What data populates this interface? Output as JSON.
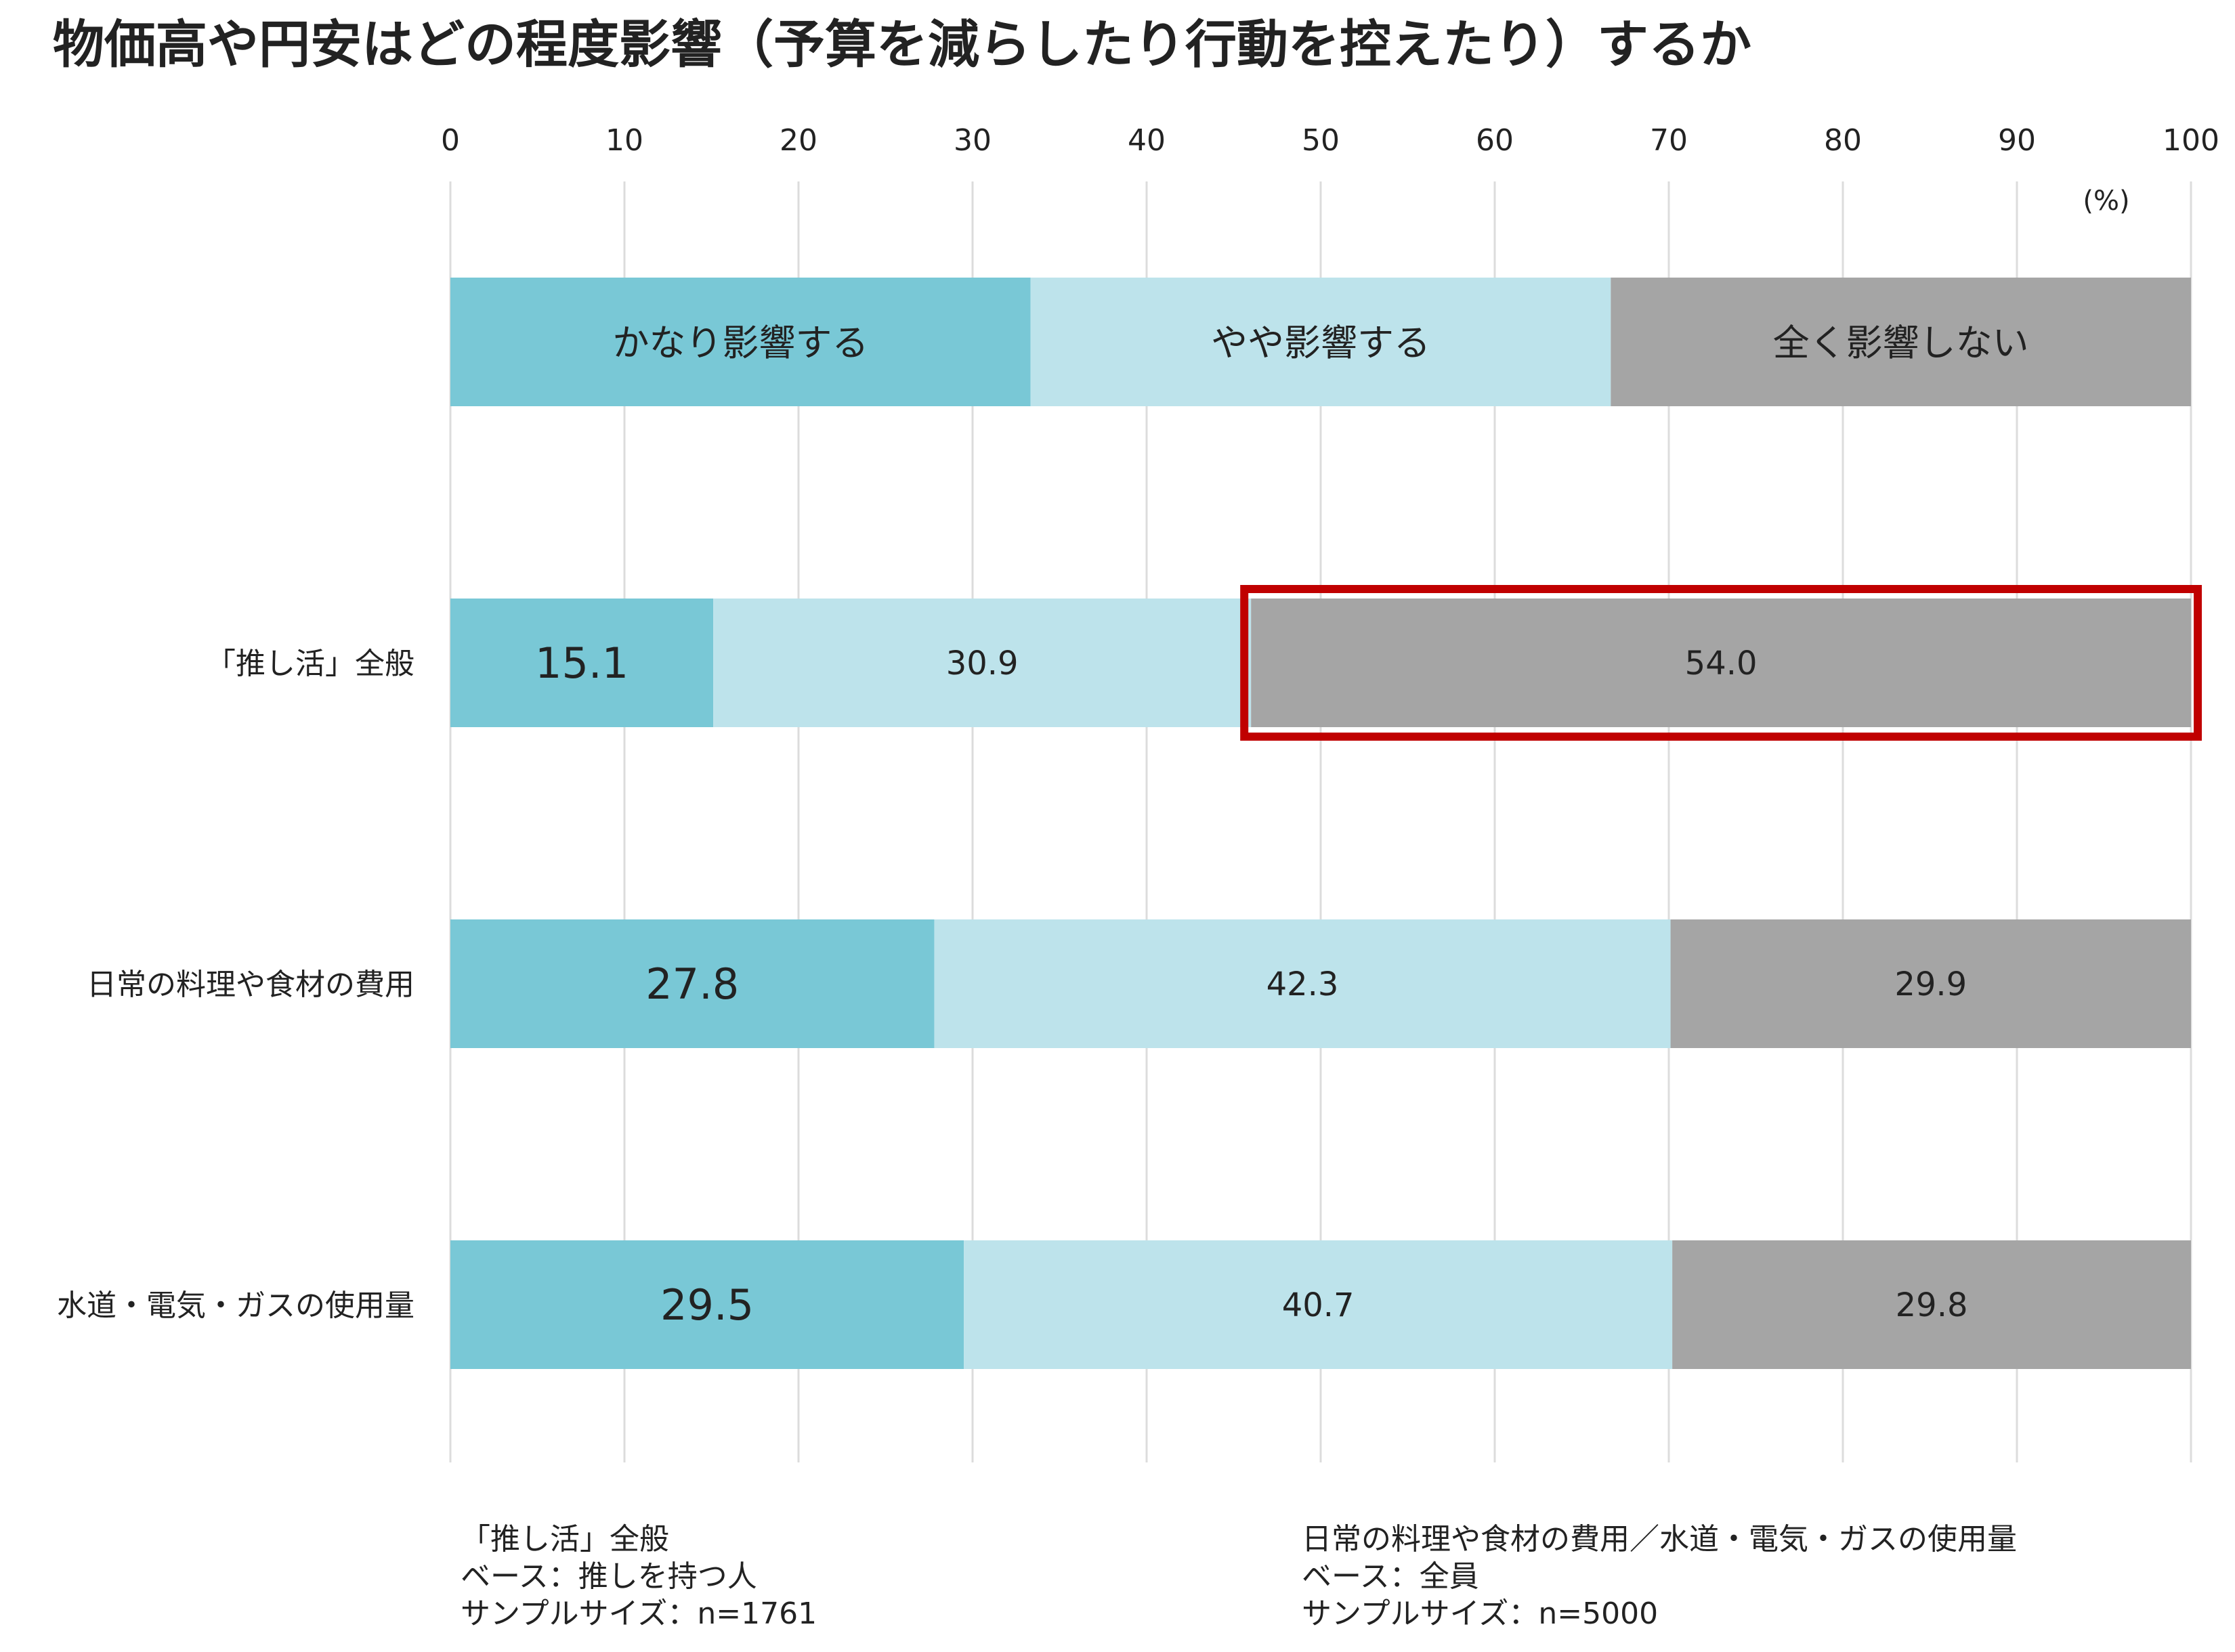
{
  "chart_data": {
    "type": "bar",
    "orientation": "horizontal",
    "stacked": true,
    "title": "物価高や円安はどの程度影響（予算を減らしたり行動を控えたり）するか",
    "unit": "(%)",
    "xlim": [
      0,
      100
    ],
    "ticks": [
      "0",
      "10",
      "20",
      "30",
      "40",
      "50",
      "60",
      "70",
      "80",
      "90",
      "100"
    ],
    "grid": true,
    "legend_position": "top",
    "categories": [
      "「推し活」全般",
      "日常の料理や食材の費用",
      "水道・電気・ガスの使用量"
    ],
    "series": [
      {
        "name": "かなり影響する",
        "values": [
          15.1,
          27.8,
          29.5
        ],
        "labels": [
          "15.1",
          "27.8",
          "29.5"
        ],
        "color": "#79c8d6"
      },
      {
        "name": "やや影響する",
        "values": [
          30.9,
          42.3,
          40.7
        ],
        "labels": [
          "30.9",
          "42.3",
          "40.7"
        ],
        "color": "#bde3eb"
      },
      {
        "name": "全く影響しない",
        "values": [
          54.0,
          29.9,
          29.8
        ],
        "labels": [
          "54.0",
          "29.9",
          "29.8"
        ],
        "color": "#a5a5a5"
      }
    ],
    "highlight": {
      "category_index": 0,
      "series_index": 2,
      "color": "#c00000"
    },
    "notes": [
      [
        "「推し活」全般",
        "ベース：推しを持つ人",
        "サンプルサイズ：n=1761"
      ],
      [
        "日常の料理や食材の費用／水道・電気・ガスの使用量",
        "ベース：全員",
        "サンプルサイズ：n=5000"
      ]
    ]
  }
}
